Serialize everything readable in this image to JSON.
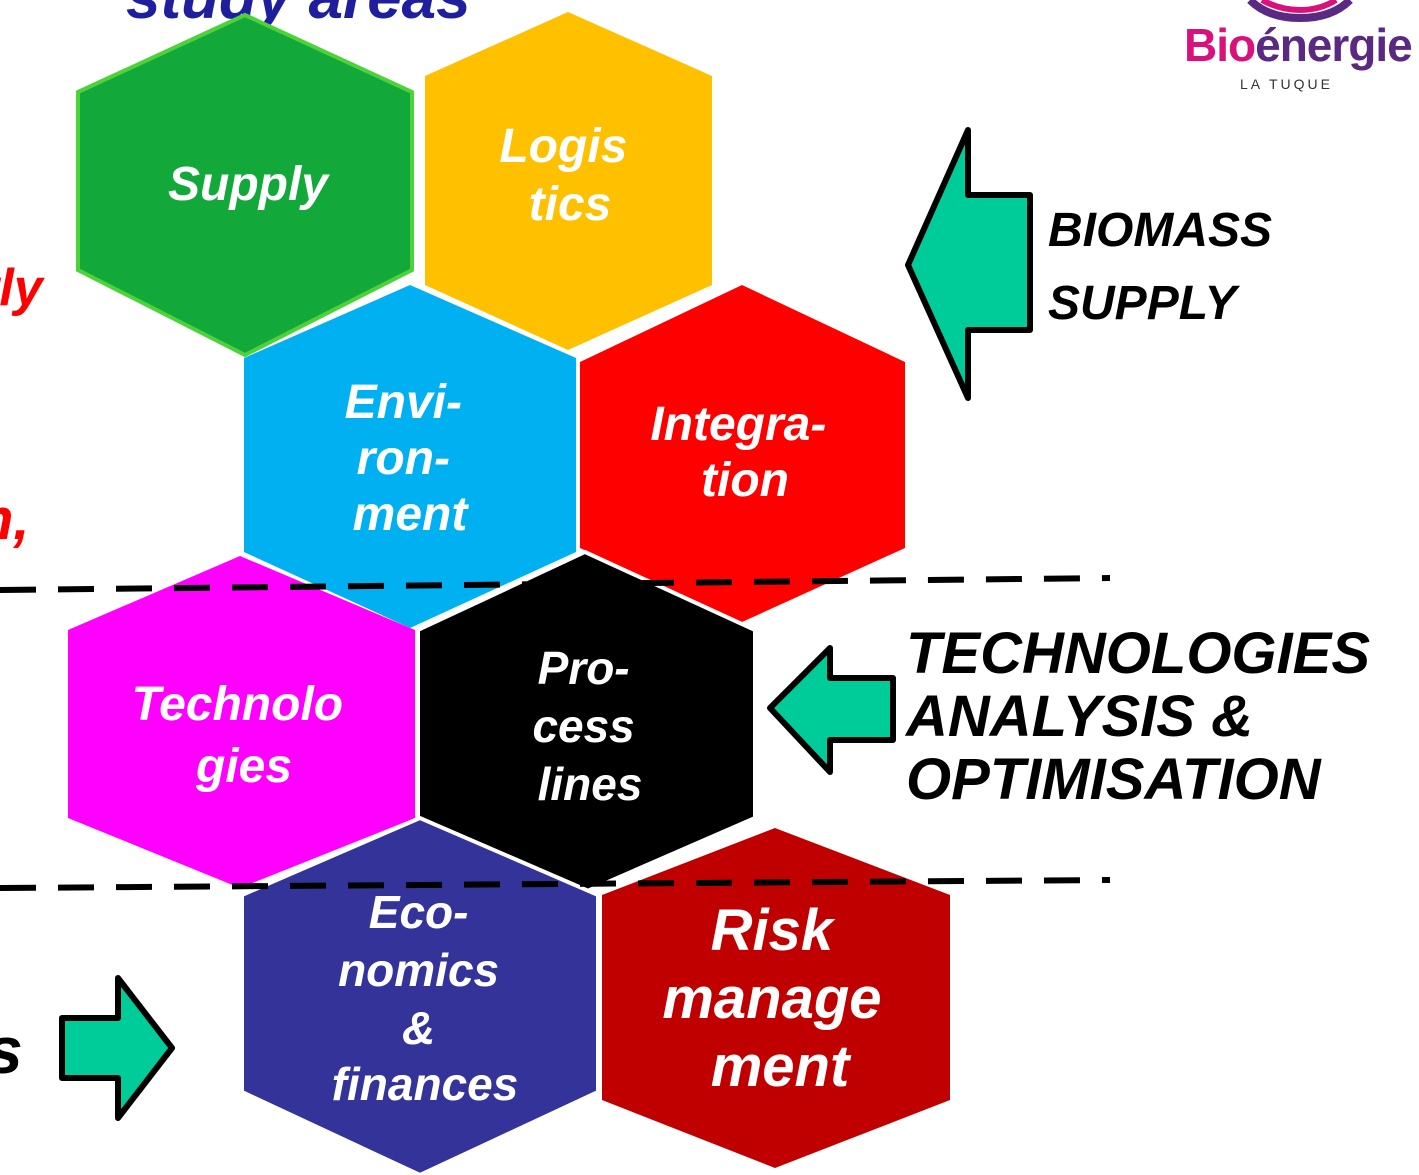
{
  "header": {
    "title_fragment": "study areas",
    "title_color": "#1f1f9e"
  },
  "left_fragments": [
    {
      "text": "tly",
      "color": "#ff0000"
    },
    {
      "text": "n,",
      "color": "#ff0000"
    },
    {
      "text": "s",
      "color": "#000000"
    }
  ],
  "logo": {
    "brand_prefix": "Bio",
    "brand_rest": "énergie",
    "subtitle": "LA TUQUE",
    "colors": {
      "prefix": "#d8117d",
      "rest": "#5a2a82"
    }
  },
  "hexagons": [
    {
      "id": "supply",
      "lines": [
        "Supply"
      ],
      "color": "#12a83a",
      "border": "#4ed23a"
    },
    {
      "id": "logistics",
      "lines": [
        "Logis",
        "tics"
      ],
      "color": "#ffc000"
    },
    {
      "id": "environment",
      "lines": [
        "Envi-",
        "ron-",
        "ment"
      ],
      "color": "#00b0f0"
    },
    {
      "id": "integration",
      "lines": [
        "Integra-",
        "tion"
      ],
      "color": "#ff0000"
    },
    {
      "id": "technologies",
      "lines": [
        "Technolo",
        "gies"
      ],
      "color": "#ff00ff"
    },
    {
      "id": "process-lines",
      "lines": [
        "Pro-",
        "cess",
        "lines"
      ],
      "color": "#000000",
      "border": "#ffffff"
    },
    {
      "id": "economics",
      "lines": [
        "Eco-",
        "nomics",
        "&",
        "finances"
      ],
      "color": "#333399",
      "border": "#ffffff"
    },
    {
      "id": "risk",
      "lines": [
        "Risk",
        "manage",
        "ment"
      ],
      "color": "#c00000"
    }
  ],
  "side_labels": {
    "biomass": [
      "BIOMASS",
      "SUPPLY"
    ],
    "technologies": [
      "TECHNOLOGIES",
      "ANALYSIS &",
      "OPTIMISATION"
    ]
  },
  "arrows": {
    "fill": "#00cc99",
    "stroke": "#000000"
  },
  "separators": {
    "style": "dashed",
    "color": "#000000"
  }
}
